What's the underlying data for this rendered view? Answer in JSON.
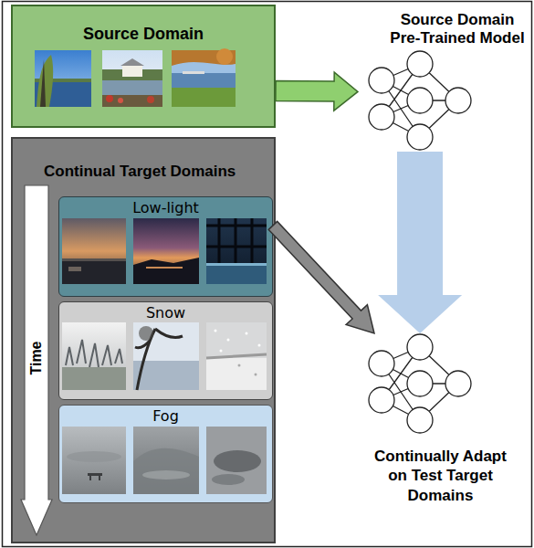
{
  "diagram": {
    "nodes": [
      {
        "text": [
          "Source Domain"
        ]
      },
      {
        "text": [
          "Continual Target Domains"
        ]
      },
      {
        "text": [
          "Time"
        ],
        "in": 1
      },
      {
        "text": [
          "Low-light"
        ],
        "in": 1
      },
      {
        "text": [
          "Snow"
        ],
        "in": 1
      },
      {
        "text": [
          "Fog"
        ],
        "in": 1
      },
      {
        "text": [
          "Source Domain Pre-Trained Model"
        ]
      },
      {
        "text": [
          "Continually Adapt on Test Target Domains"
        ]
      }
    ],
    "edges": [
      {
        "from": 0,
        "to": 6,
        "arrow": "to"
      },
      {
        "from": 6,
        "to": 7,
        "arrow": "to"
      },
      {
        "from": 3,
        "to": 7,
        "arrow": "to"
      }
    ]
  }
}
